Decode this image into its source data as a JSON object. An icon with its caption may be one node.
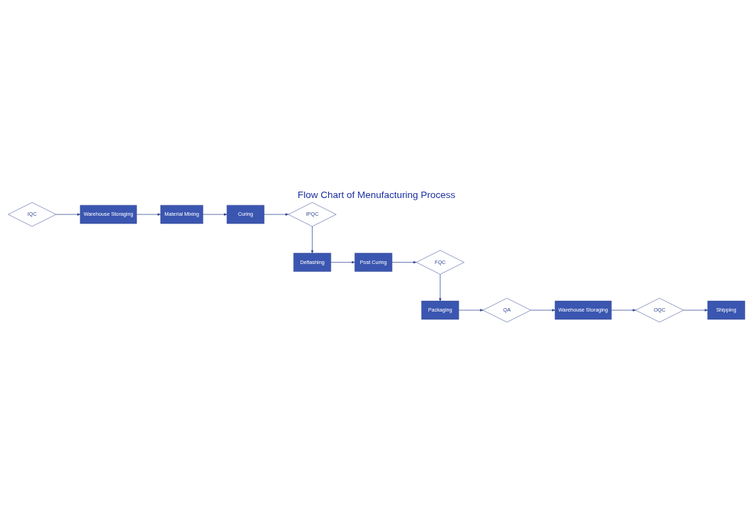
{
  "diagram": {
    "title": "Flow Chart of Menufacturing Process",
    "nodes": [
      {
        "text": [
          "IQC"
        ]
      },
      {
        "text": [
          "Warehouse Storaging"
        ]
      },
      {
        "text": [
          "Material Mixing"
        ]
      },
      {
        "text": [
          "Curing"
        ]
      },
      {
        "text": [
          "IPQC"
        ]
      },
      {
        "text": [
          "Deflashing"
        ]
      },
      {
        "text": [
          "Post Curing"
        ]
      },
      {
        "text": [
          "FQC"
        ]
      },
      {
        "text": [
          "Packaging"
        ]
      },
      {
        "text": [
          "QA"
        ]
      },
      {
        "text": [
          "Warehouse Storaging"
        ]
      },
      {
        "text": [
          "OQC"
        ]
      },
      {
        "text": [
          "Shipping"
        ]
      }
    ],
    "edges": [
      {
        "from": 0,
        "to": 1,
        "arrow": "to"
      },
      {
        "from": 1,
        "to": 2,
        "arrow": "to"
      },
      {
        "from": 2,
        "to": 3,
        "arrow": "to"
      },
      {
        "from": 3,
        "to": 4,
        "arrow": "to"
      },
      {
        "from": 4,
        "to": 5,
        "arrow": "to"
      },
      {
        "from": 5,
        "to": 6,
        "arrow": "to"
      },
      {
        "from": 6,
        "to": 7,
        "arrow": "to"
      },
      {
        "from": 7,
        "to": 8,
        "arrow": "to"
      },
      {
        "from": 8,
        "to": 9,
        "arrow": "to"
      },
      {
        "from": 9,
        "to": 10,
        "arrow": "to"
      },
      {
        "from": 10,
        "to": 11,
        "arrow": "to"
      },
      {
        "from": 11,
        "to": 12,
        "arrow": "to"
      }
    ]
  }
}
